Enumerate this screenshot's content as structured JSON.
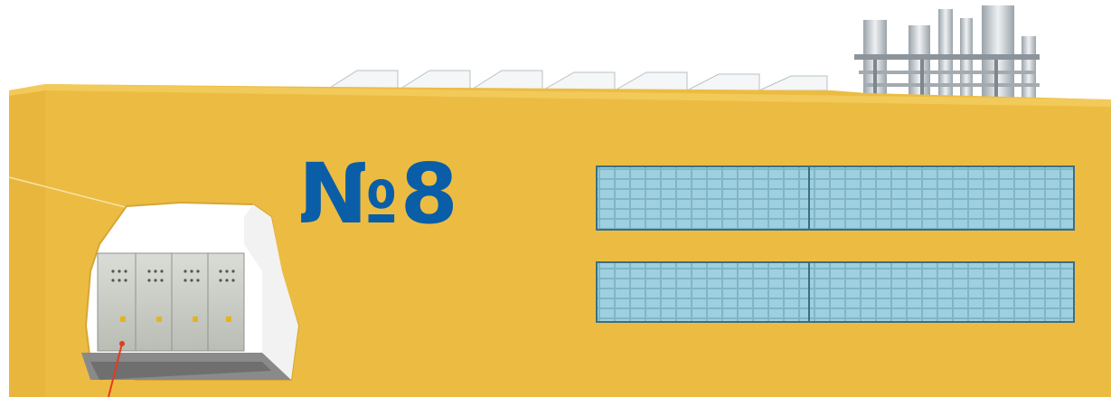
{
  "building": {
    "number_sign": "№8",
    "wall_color": "#ecbc42",
    "side_color": "#e9b63d",
    "sign_color": "#0a5ea8",
    "window_bands": 2,
    "roof_skylights": 7,
    "equipment_cabinets": 4,
    "pointer_color": "#e53b1f"
  }
}
